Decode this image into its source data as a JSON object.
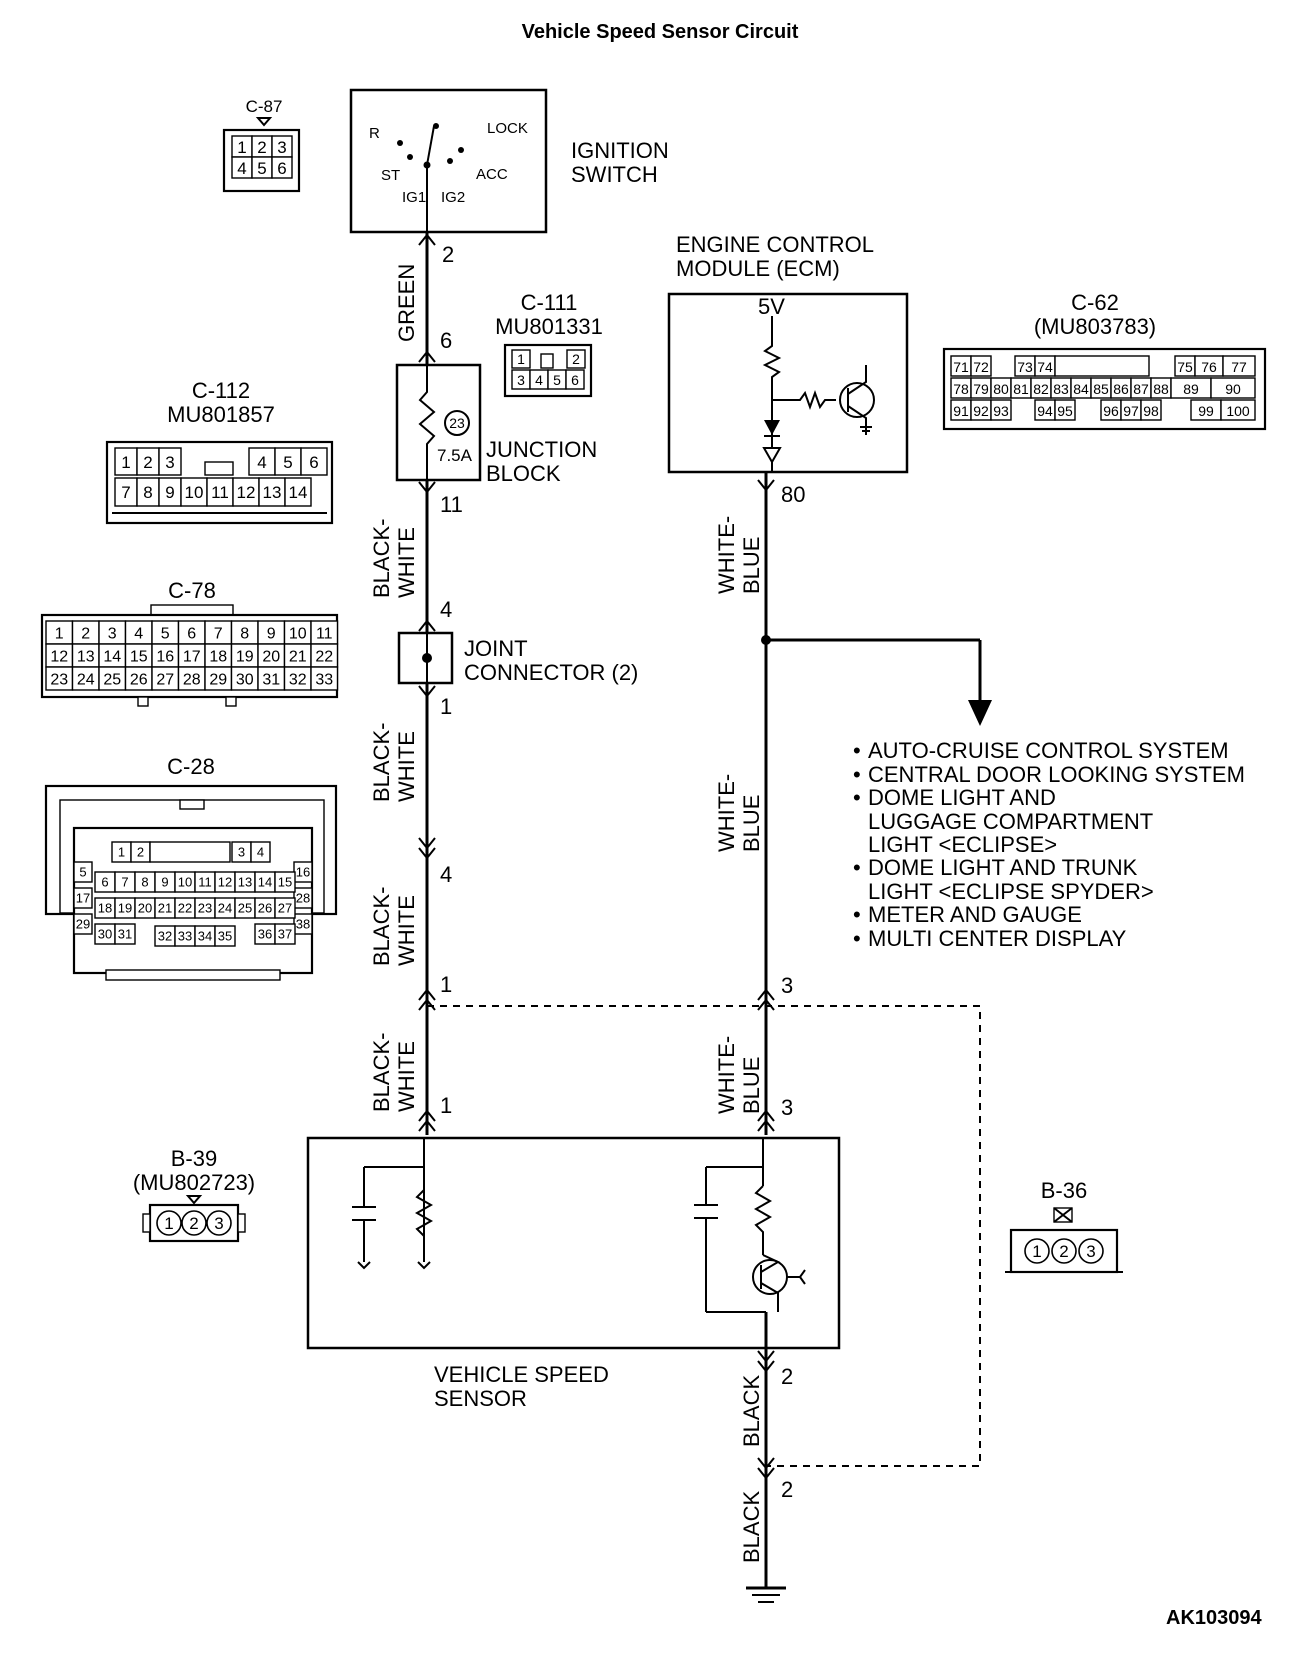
{
  "title": "Vehicle Speed Sensor Circuit",
  "doc_code": "AK103094",
  "ignition_switch": {
    "label_line1": "IGNITION",
    "label_line2": "SWITCH",
    "positions": [
      "R",
      "LOCK",
      "ST",
      "ACC",
      "IG1",
      "IG2"
    ]
  },
  "ecm": {
    "label_line1": "ENGINE CONTROL",
    "label_line2": "MODULE (ECM)",
    "supply": "5V"
  },
  "junction_block": {
    "label_line1": "JUNCTION",
    "label_line2": "BLOCK",
    "fuse_number": "23",
    "fuse_rating": "7.5A"
  },
  "joint_connector": {
    "label_line1": "JOINT",
    "label_line2": "CONNECTOR (2)"
  },
  "sensor": {
    "label_line1": "VEHICLE SPEED",
    "label_line2": "SENSOR"
  },
  "pins": {
    "ign_out": "2",
    "jb_in": "6",
    "jb_out": "11",
    "jc_in": "4",
    "jc_out": "1",
    "conn_left_top": "4",
    "conn_left_bottom": "1",
    "sensor_left": "1",
    "ecm_out": "80",
    "conn_right": "3",
    "sensor_right": "3",
    "sensor_gnd": "2",
    "gnd_conn": "2"
  },
  "wires": {
    "green": "GREEN",
    "black_white_1": "BLACK-",
    "black_white_2": "WHITE",
    "white_blue_1": "WHITE-",
    "white_blue_2": "BLUE",
    "black": "BLACK"
  },
  "systems": [
    "AUTO-CRUISE CONTROL SYSTEM",
    "CENTRAL DOOR LOOKING SYSTEM",
    "DOME LIGHT AND",
    "LUGGAGE COMPARTMENT",
    "LIGHT <ECLIPSE>",
    "DOME LIGHT AND TRUNK",
    "LIGHT <ECLIPSE SPYDER>",
    "METER AND GAUGE",
    "MULTI CENTER DISPLAY"
  ],
  "connectors": {
    "c87": {
      "name": "C-87",
      "row1": [
        "1",
        "2",
        "3"
      ],
      "row2": [
        "4",
        "5",
        "6"
      ]
    },
    "c111": {
      "name": "C-111",
      "part": "MU801331",
      "row1": [
        "1",
        "",
        "2"
      ],
      "row2": [
        "3",
        "4",
        "5",
        "6"
      ]
    },
    "c112": {
      "name": "C-112",
      "part": "MU801857",
      "row1a": [
        "1",
        "2",
        "3"
      ],
      "row1b": [
        "4",
        "5",
        "6"
      ],
      "row2": [
        "7",
        "8",
        "9",
        "10",
        "11",
        "12",
        "13",
        "14"
      ]
    },
    "c62": {
      "name": "C-62",
      "part": "(MU803783)",
      "row1a": [
        "71",
        "72"
      ],
      "row1b": [
        "73",
        "74"
      ],
      "row1c": [
        "75",
        "76",
        "77"
      ],
      "row2": [
        "78",
        "79",
        "80",
        "81",
        "82",
        "83",
        "84",
        "85",
        "86",
        "87",
        "88",
        "89",
        "90"
      ],
      "row3a": [
        "91",
        "92",
        "93"
      ],
      "row3b": [
        "94",
        "95"
      ],
      "row3c": [
        "96",
        "97",
        "98"
      ],
      "row3d": [
        "99",
        "100"
      ]
    },
    "c78": {
      "name": "C-78",
      "row1": [
        "1",
        "2",
        "3",
        "4",
        "5",
        "6",
        "7",
        "8",
        "9",
        "10",
        "11"
      ],
      "row2": [
        "12",
        "13",
        "14",
        "15",
        "16",
        "17",
        "18",
        "19",
        "20",
        "21",
        "22"
      ],
      "row3": [
        "23",
        "24",
        "25",
        "26",
        "27",
        "28",
        "29",
        "30",
        "31",
        "32",
        "33"
      ]
    },
    "c28": {
      "name": "C-28",
      "r1a": [
        "1",
        "2"
      ],
      "r1b": [
        "3",
        "4"
      ],
      "left": [
        "5",
        "17",
        "29"
      ],
      "right": [
        "16",
        "28",
        "38"
      ],
      "r2": [
        "6",
        "7",
        "8",
        "9",
        "10",
        "11",
        "12",
        "13",
        "14",
        "15"
      ],
      "r3": [
        "18",
        "19",
        "20",
        "21",
        "22",
        "23",
        "24",
        "25",
        "26",
        "27"
      ],
      "r4a": [
        "30",
        "31"
      ],
      "r4b": [
        "32",
        "33",
        "34",
        "35"
      ],
      "r4c": [
        "36",
        "37"
      ]
    },
    "b39": {
      "name": "B-39",
      "part": "(MU802723)",
      "pins": [
        "1",
        "2",
        "3"
      ]
    },
    "b36": {
      "name": "B-36",
      "pins": [
        "1",
        "2",
        "3"
      ]
    }
  }
}
